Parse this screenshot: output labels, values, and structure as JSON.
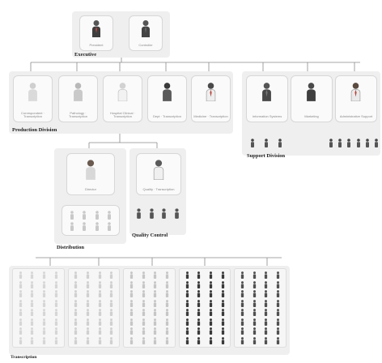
{
  "groups": {
    "executive": {
      "label": "Executive",
      "positions": [
        "President",
        "Controller"
      ]
    },
    "production": {
      "label": "Production Division",
      "positions": [
        "Correspondent · Transcription",
        "Pathology · Transcription",
        "Hospital Clinical · Transcription",
        "Dept · Transcription",
        "Medicine · Transcription"
      ]
    },
    "support": {
      "label": "Support Division",
      "positions": [
        "Information Systems",
        "Marketing",
        "Administrative Support"
      ],
      "staff_rows": [
        3,
        6
      ]
    },
    "distribution": {
      "label": "Distribution",
      "positions": [
        "Director"
      ],
      "staff_cols": 4,
      "staff_rows": 2
    },
    "quality": {
      "label": "Quality Control",
      "positions": [
        "Quality · Transcription"
      ],
      "staff_cols": 4
    },
    "transcription": {
      "label": "Transcription",
      "columns": 5,
      "rows": 8,
      "per_row": 4
    }
  },
  "colors": {
    "group_bg": "#efefef",
    "card_bg": "#fafafa",
    "line": "#8a8a8a",
    "figure_light": "#d0d0d0",
    "figure_dark": "#3a3a3a",
    "tie_red": "#b4473f"
  },
  "icon": "person-icon"
}
